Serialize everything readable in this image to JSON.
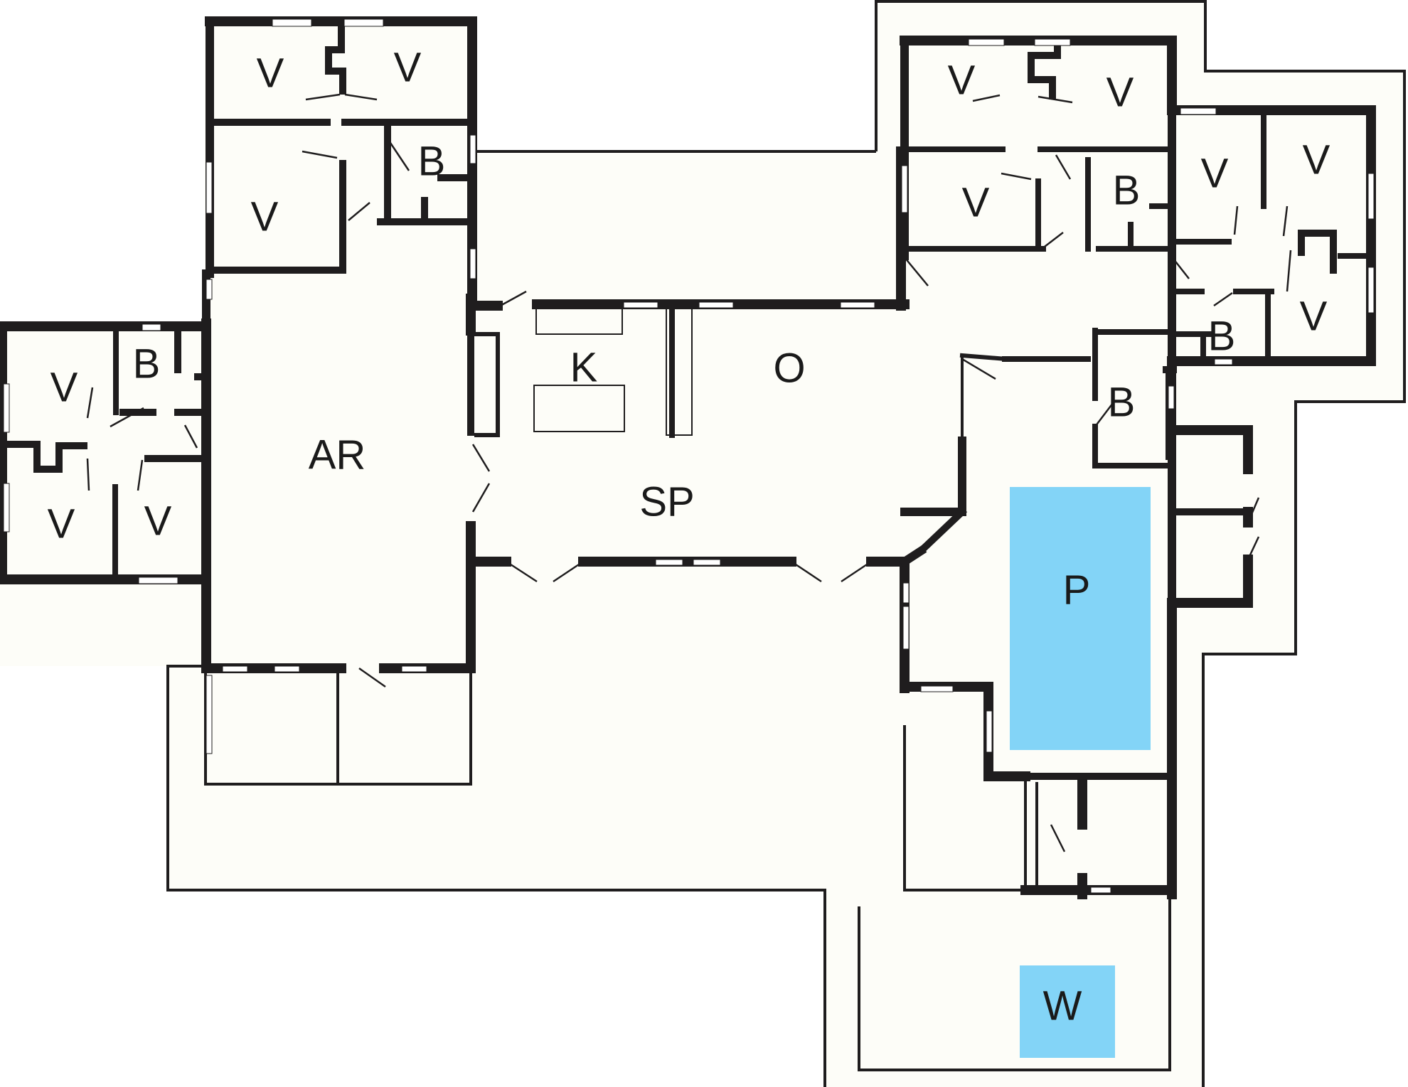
{
  "plan": {
    "title": "Floor plan",
    "colors": {
      "background": "#ffffff",
      "floor": "#fdfdf8",
      "wall": "#1f1d1e",
      "water": "#83d4f7"
    },
    "rooms": [
      {
        "id": "bedroom-nw-1",
        "label": "V"
      },
      {
        "id": "bedroom-nw-2",
        "label": "V"
      },
      {
        "id": "bathroom-nw",
        "label": "B"
      },
      {
        "id": "bedroom-nw-3",
        "label": "V"
      },
      {
        "id": "bedroom-w-1",
        "label": "V"
      },
      {
        "id": "bathroom-w",
        "label": "B"
      },
      {
        "id": "bedroom-w-2",
        "label": "V"
      },
      {
        "id": "bedroom-w-3",
        "label": "V"
      },
      {
        "id": "activity-room",
        "label": "AR"
      },
      {
        "id": "kitchen",
        "label": "K"
      },
      {
        "id": "living-room",
        "label": "O"
      },
      {
        "id": "dining-area",
        "label": "SP"
      },
      {
        "id": "bedroom-ne-1",
        "label": "V"
      },
      {
        "id": "bedroom-ne-2",
        "label": "V"
      },
      {
        "id": "bedroom-ne-3",
        "label": "V"
      },
      {
        "id": "bathroom-ne",
        "label": "B"
      },
      {
        "id": "bedroom-e-1",
        "label": "V"
      },
      {
        "id": "bedroom-e-2",
        "label": "V"
      },
      {
        "id": "bedroom-e-3",
        "label": "V"
      },
      {
        "id": "bathroom-e",
        "label": "B"
      },
      {
        "id": "bathroom-pool",
        "label": "B"
      },
      {
        "id": "pool",
        "label": "P"
      },
      {
        "id": "whirlpool",
        "label": "W"
      }
    ]
  }
}
